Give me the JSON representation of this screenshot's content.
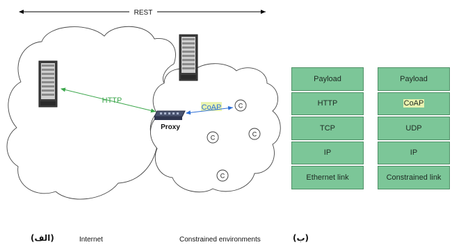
{
  "rest_label": "REST",
  "http_label": "HTTP",
  "coap_label": "CoAP",
  "proxy_label": "Proxy",
  "client_label": "C",
  "colors": {
    "http_arrow": "#3aa64a",
    "coap_arrow": "#2d6fd6",
    "layer_fill": "#7cc698",
    "highlight": "#e9f3b0"
  },
  "stack_left": {
    "layers": [
      "Payload",
      "HTTP",
      "TCP",
      "IP",
      "Ethernet link"
    ]
  },
  "stack_right": {
    "layers": [
      "Payload",
      "CoAP",
      "UDP",
      "IP",
      "Constrained link"
    ]
  },
  "captions": {
    "internet": "Internet",
    "constrained": "Constrained environments",
    "mark_a": "(الف)",
    "mark_b": "(ب)"
  }
}
